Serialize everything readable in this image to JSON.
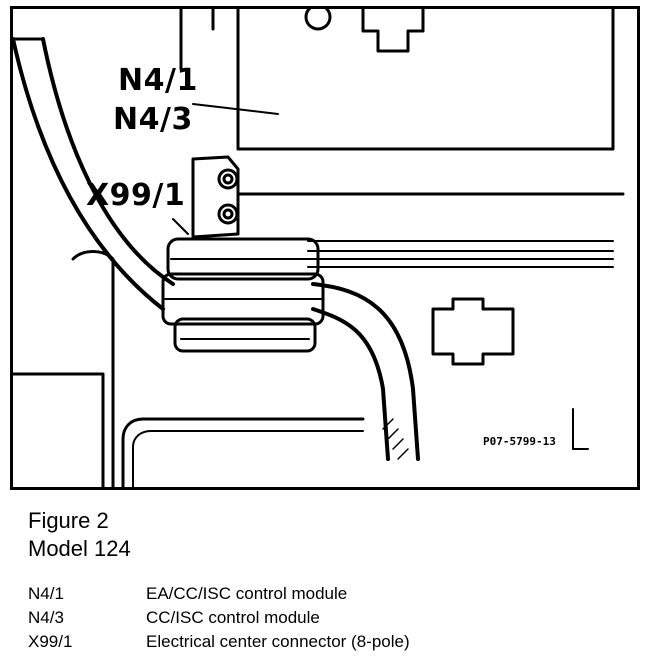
{
  "figure": {
    "title": "Figure 2",
    "subtitle": "Model 124",
    "reference": "P07-5799-13"
  },
  "callouts": [
    "N4/1",
    "N4/3",
    "X99/1"
  ],
  "legend": [
    {
      "code": "N4/1",
      "description": "EA/CC/ISC control module"
    },
    {
      "code": "N4/3",
      "description": "CC/ISC control module"
    },
    {
      "code": "X99/1",
      "description": "Electrical center connector (8-pole)"
    }
  ]
}
